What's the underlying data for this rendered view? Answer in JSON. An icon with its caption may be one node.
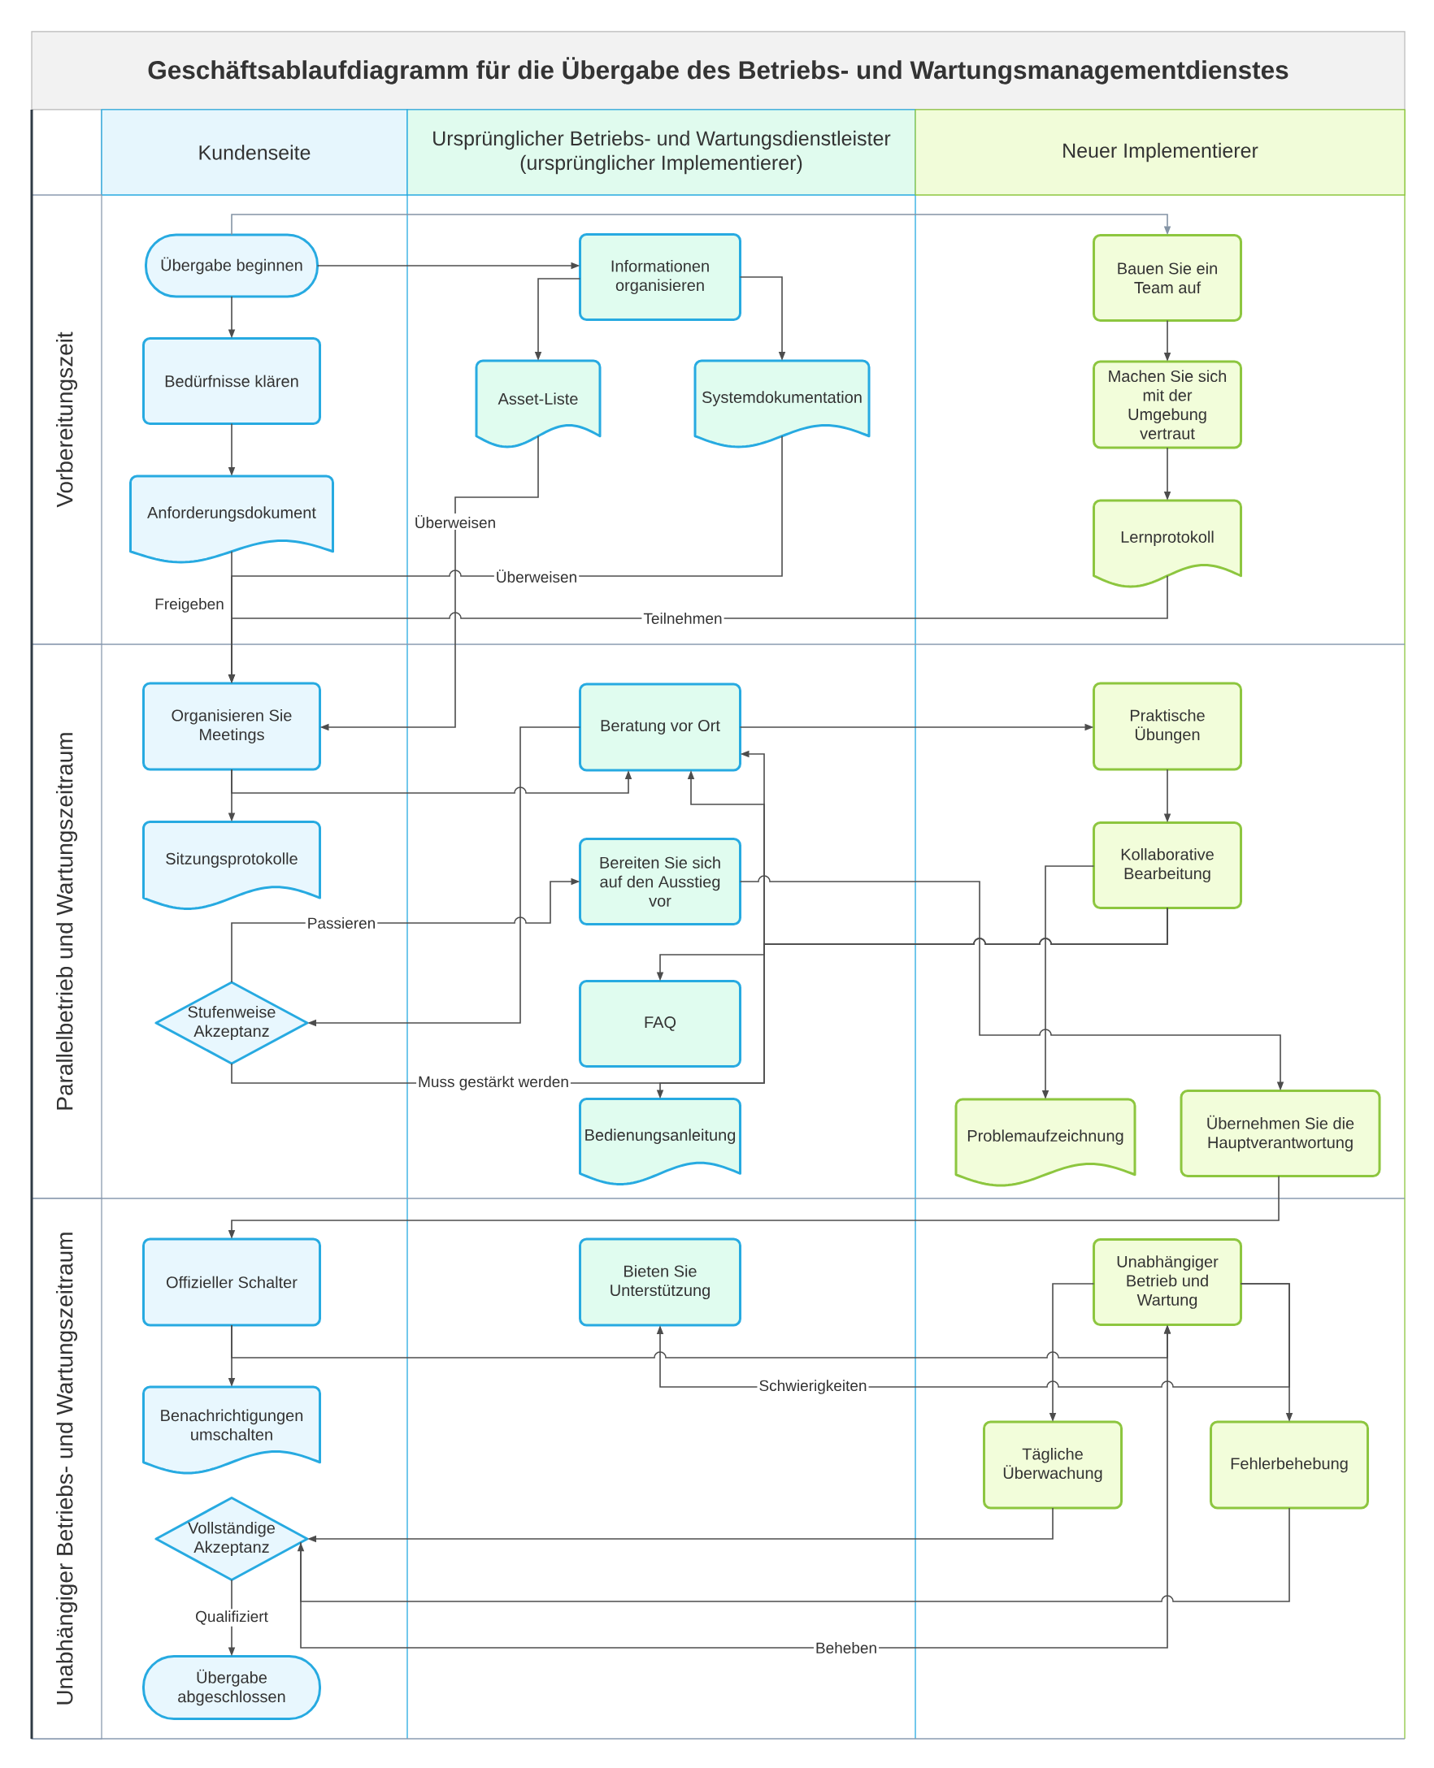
{
  "diagram": {
    "title": "Geschäftsablaufdiagramm für die Übergabe des Betriebs- und Wartungsmanagementdienstes",
    "nodes": [
      {
        "text": [
          "Kundenseite"
        ]
      },
      {
        "text": [
          "Ursprünglicher Betriebs- und Wartungsdienstleister (ursprünglicher Implementierer)"
        ]
      },
      {
        "text": [
          "Neuer Implementierer"
        ]
      },
      {
        "text": [
          "Vorbereitungszeit"
        ]
      },
      {
        "text": [
          "Übergabe beginnen"
        ]
      },
      {
        "text": [
          "Informationen organisieren"
        ]
      },
      {
        "text": [
          "Bauen Sie ein Team auf"
        ]
      },
      {
        "text": [
          "Bedürfnisse klären"
        ]
      },
      {
        "text": [
          "Asset-Liste"
        ]
      },
      {
        "text": [
          "Systemdokumentation"
        ]
      },
      {
        "text": [
          "Machen Sie sich mit der Umgebung vertraut"
        ]
      },
      {
        "text": [
          "Anforderungsdokument"
        ]
      },
      {
        "text": [
          "Lernprotokoll"
        ]
      },
      {
        "text": [
          "Parallelbetrieb und Wartungszeitraum"
        ]
      },
      {
        "text": [
          "Organisieren Sie Meetings"
        ]
      },
      {
        "text": [
          "Beratung vor Ort"
        ]
      },
      {
        "text": [
          "Praktische Übungen"
        ]
      },
      {
        "text": [
          "Sitzungsprotokolle"
        ]
      },
      {
        "text": [
          "Bereiten Sie sich auf den Ausstieg vor"
        ]
      },
      {
        "text": [
          "Kollaborative Bearbeitung"
        ]
      },
      {
        "text": [
          "Stufenweise Akzeptanz"
        ]
      },
      {
        "text": [
          "FAQ"
        ]
      },
      {
        "text": [
          "Bedienungsanleitung"
        ]
      },
      {
        "text": [
          "Problemaufzeichnung"
        ]
      },
      {
        "text": [
          "Übernehmen Sie die Hauptverantwortung"
        ]
      },
      {
        "text": [
          "Unabhängiger Betriebs- und Wartungszeitraum"
        ]
      },
      {
        "text": [
          "Offizieller Schalter"
        ]
      },
      {
        "text": [
          "Bieten Sie Unterstützung"
        ]
      },
      {
        "text": [
          "Unabhängiger Betrieb und Wartung"
        ]
      },
      {
        "text": [
          "Benachrichtigungen umschalten"
        ]
      },
      {
        "text": [
          "Tägliche Überwachung"
        ]
      },
      {
        "text": [
          "Fehlerbehebung"
        ]
      },
      {
        "text": [
          "Vollständige Akzeptanz"
        ]
      },
      {
        "text": [
          "Übergabe abgeschlossen"
        ]
      }
    ],
    "edges": [
      {
        "from": 4,
        "to": 6,
        "arrow": "to",
        "color": "#8494a5"
      },
      {
        "from": 4,
        "to": 5,
        "arrow": "to"
      },
      {
        "from": 4,
        "to": 7,
        "arrow": "to"
      },
      {
        "from": 7,
        "to": 11,
        "arrow": "to"
      },
      {
        "from": 5,
        "to": 8,
        "arrow": "to"
      },
      {
        "from": 5,
        "to": 9,
        "arrow": "to"
      },
      {
        "from": 6,
        "to": 10,
        "arrow": "to"
      },
      {
        "from": 10,
        "to": 12,
        "arrow": "to"
      },
      {
        "from": 8,
        "to": 14,
        "arrow": "to",
        "label": "Überweisen"
      },
      {
        "from": 9,
        "to": 14,
        "arrow": "to",
        "label": "Überweisen"
      },
      {
        "from": 11,
        "to": 14,
        "arrow": "to",
        "label": "Freigeben"
      },
      {
        "from": 12,
        "to": 14,
        "arrow": "to",
        "label": "Teilnehmen"
      },
      {
        "from": 14,
        "to": 17,
        "arrow": "to"
      },
      {
        "from": 14,
        "to": 15,
        "arrow": "to"
      },
      {
        "from": 15,
        "to": 16,
        "arrow": "to"
      },
      {
        "from": 15,
        "to": 20,
        "arrow": "to"
      },
      {
        "from": 16,
        "to": 19,
        "arrow": "to"
      },
      {
        "from": 20,
        "to": 18,
        "arrow": "to",
        "label": "Passieren"
      },
      {
        "from": 18,
        "to": 24,
        "arrow": "to"
      },
      {
        "from": 19,
        "to": 23,
        "arrow": "to"
      },
      {
        "from": 19,
        "to": 15,
        "arrow": "to"
      },
      {
        "from": 19,
        "to": 21,
        "arrow": "to"
      },
      {
        "from": 19,
        "to": 22,
        "arrow": "to"
      },
      {
        "from": 20,
        "to": 15,
        "arrow": "to",
        "label": "Muss gestärkt werden"
      },
      {
        "from": 24,
        "to": 26,
        "arrow": "to"
      },
      {
        "from": 26,
        "to": 29,
        "arrow": "to"
      },
      {
        "from": 26,
        "to": 28,
        "arrow": "to"
      },
      {
        "from": 28,
        "to": 31,
        "arrow": "to"
      },
      {
        "from": 28,
        "to": 27,
        "arrow": "to",
        "label": "Schwierigkeiten"
      },
      {
        "from": 28,
        "to": 30,
        "arrow": "to"
      },
      {
        "from": 30,
        "to": 32,
        "arrow": "to"
      },
      {
        "from": 31,
        "to": 32,
        "arrow": "to"
      },
      {
        "from": 32,
        "to": 28,
        "arrow": "to",
        "label": "Beheben"
      },
      {
        "from": 32,
        "to": 33,
        "arrow": "to",
        "label": "Qualifiziert"
      }
    ]
  }
}
